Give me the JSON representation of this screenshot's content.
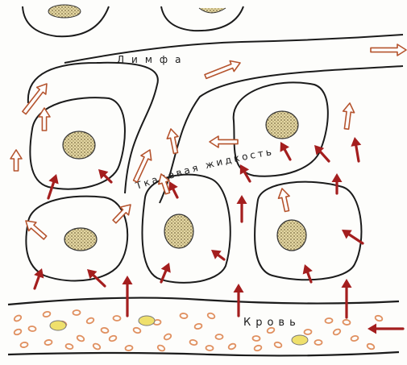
{
  "labels": {
    "lymph": "Лимфа",
    "tissue_fluid": "Тканевая жидкость",
    "blood": "Кровь"
  },
  "colors": {
    "outline": "#1b1b1b",
    "red_arrow": "#a41e1e",
    "outline_arrow_stroke": "#b5542e",
    "outline_arrow_fill": "#ffffff",
    "nucleus": "#e2d6a2",
    "blood_cell": "#e09060",
    "platelet": "#efe06c"
  }
}
